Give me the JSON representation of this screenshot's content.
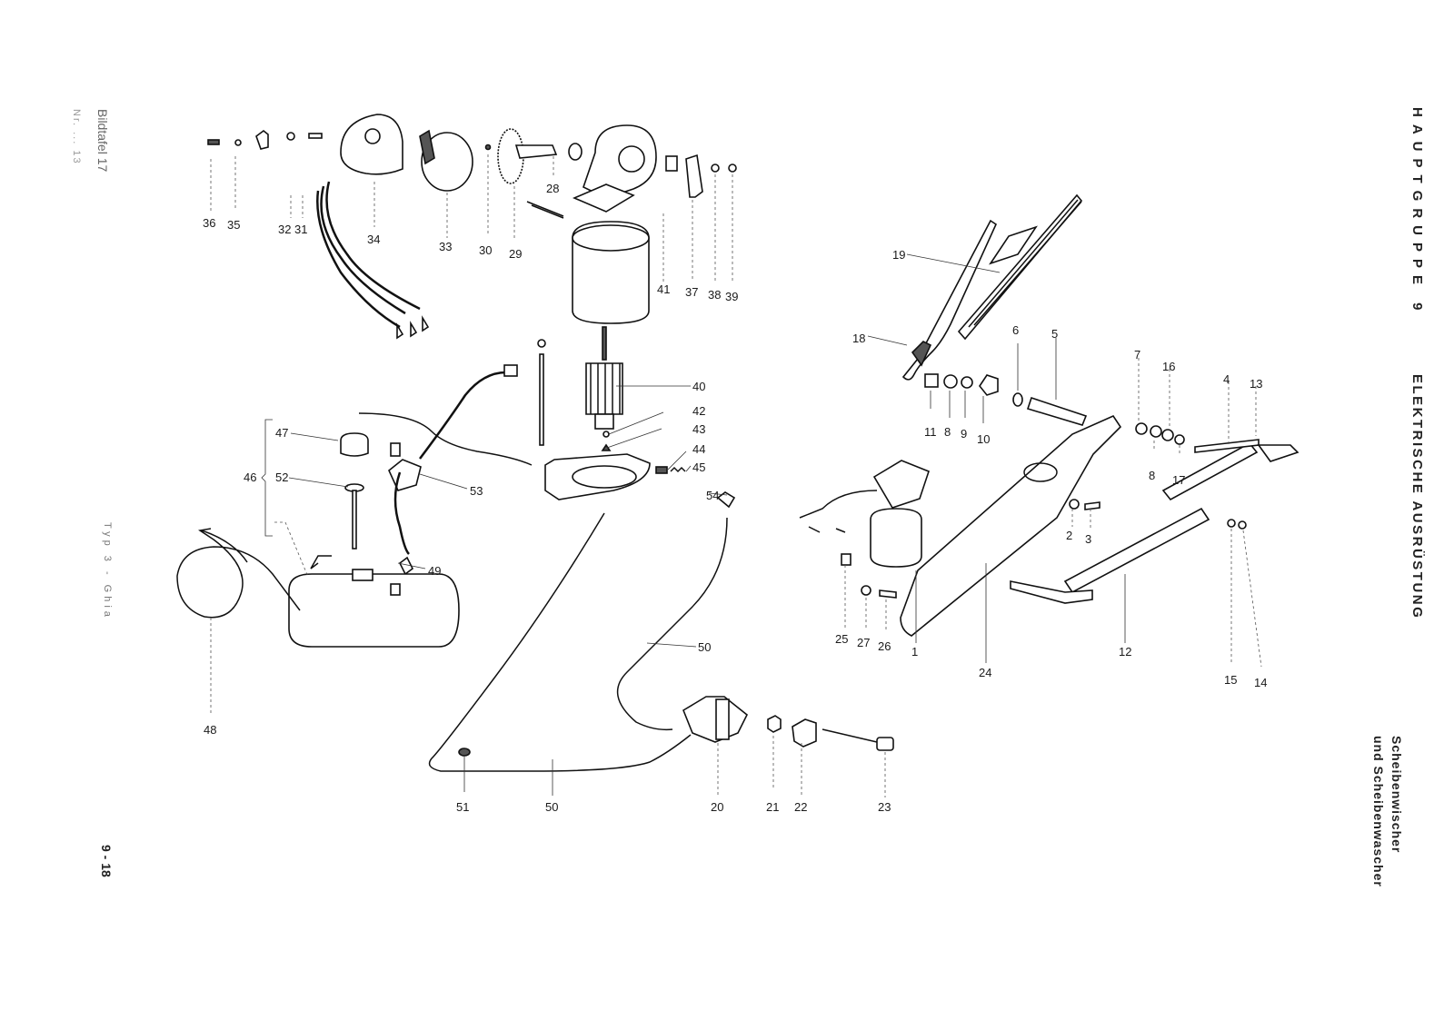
{
  "header": {
    "group_title": "HAUPTGRUPPE 9",
    "group_subtitle": "ELEKTRISCHE AUSRÜSTUNG",
    "section_line1": "Scheibenwischer",
    "section_line2": "und Scheibenwascher"
  },
  "left_margin": {
    "bildtafel": "Bildtafel 17",
    "bildtafel_sub": "Nr. ... 13",
    "typ": "Typ 3 - Ghia",
    "page_number": "9 - 18"
  },
  "callouts": {
    "c1": "1",
    "c2": "2",
    "c3": "3",
    "c4": "4",
    "c5": "5",
    "c6": "6",
    "c7": "7",
    "c8a": "8",
    "c8b": "8",
    "c9": "9",
    "c10": "10",
    "c11": "11",
    "c12": "12",
    "c13": "13",
    "c14": "14",
    "c15": "15",
    "c16": "16",
    "c17": "17",
    "c18": "18",
    "c19": "19",
    "c20": "20",
    "c21": "21",
    "c22": "22",
    "c23": "23",
    "c24": "24",
    "c25": "25",
    "c26": "26",
    "c27": "27",
    "c28": "28",
    "c29": "29",
    "c30": "30",
    "c31": "31",
    "c32": "32",
    "c33": "33",
    "c34": "34",
    "c35": "35",
    "c36": "36",
    "c37": "37",
    "c38": "38",
    "c39": "39",
    "c40": "40",
    "c41": "41",
    "c42": "42",
    "c43": "43",
    "c44": "44",
    "c45": "45",
    "c46": "46",
    "c47": "47",
    "c48": "48",
    "c49": "49",
    "c50a": "50",
    "c50b": "50",
    "c51": "51",
    "c52": "52",
    "c53": "53",
    "c54": "54"
  }
}
